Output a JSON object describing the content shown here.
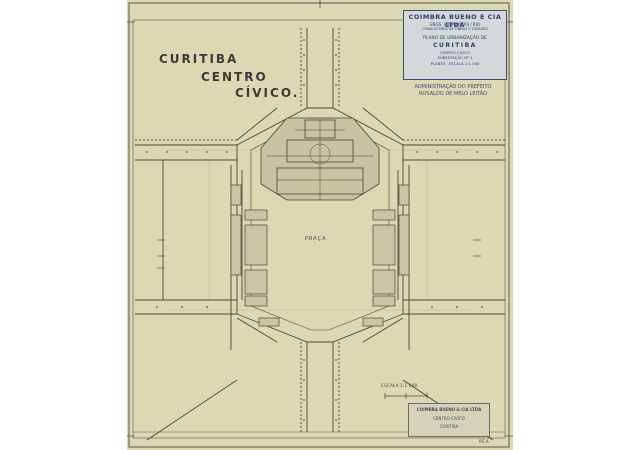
{
  "plan_title": [
    "CURITIBA",
    "CENTRO",
    "CÍVICO."
  ],
  "praca_label": "PRAÇA",
  "stamp": {
    "firm": "COIMBRA BUENO E CIA LTDA",
    "line2": "ENGS. URBANISTAS / RIO",
    "line3": "CONSULTORIA DE OBRAS E CIDADES",
    "line4": "PLANO DE URBANIZAÇÃO DE",
    "city": "CURITIBA",
    "line6": "CENTRO CIVICO",
    "line7": "SUBESTAÇÃO Nº 1",
    "line8": "PLANTA · ESCALA 1:1.000"
  },
  "administration": [
    "ADMINISTRAÇÃO DO PREFEITO",
    "ROSALDO DE MELO LEITÃO"
  ],
  "scale_note": "ESCALA 1:1.000",
  "title_block": {
    "firm": "COIMBRA BUENO & CIA LTDA",
    "line2": "CENTRO CIVICO",
    "line3": "CURITIBA"
  },
  "sheet_code": "P.E.A."
}
